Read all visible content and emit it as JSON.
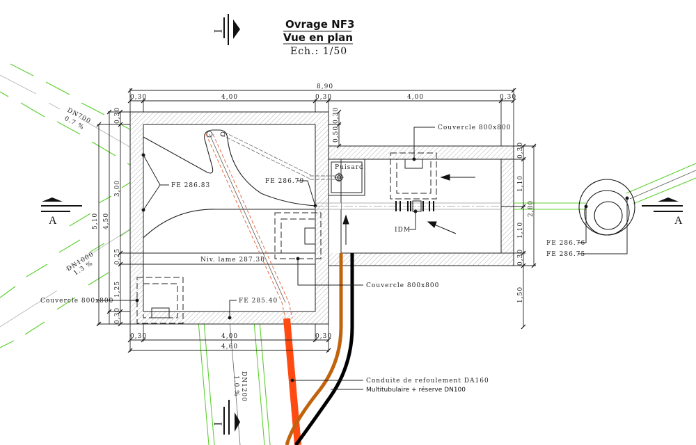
{
  "title": {
    "line1": "Ovrage NF3",
    "line2": "Vue en plan",
    "scale": "Ech.: 1/50"
  },
  "section_marks": {
    "top": "I",
    "bottom": "I",
    "left": "A",
    "right": "A"
  },
  "dimensions": {
    "top_total": "8,90",
    "top_left_wall": "0,30",
    "top_left_inner": "4,00",
    "top_mid_wall": "0,30",
    "top_right_inner": "4,00",
    "top_right_wall": "0,30",
    "left_total": "5,10",
    "left_inner_total": "4,50",
    "left_top_wall": "0,30",
    "left_upper": "3,00",
    "left_lame": "0,25",
    "left_lower": "1,25",
    "left_bottom_wall": "0,30",
    "bottom_left_wall": "0,30",
    "bottom_inner": "4,00",
    "bottom_right_wall": "0,30",
    "bottom_total": "4,60",
    "mid_top_wall": "0,30",
    "mid_offset": "0,50",
    "right_top_wall": "0,30",
    "right_upper": "1,10",
    "right_total": "2,80",
    "right_lower": "1,10",
    "right_bottom_wall": "0,30",
    "right_extra": "1,50"
  },
  "pipes": {
    "dn700_name": "DN700",
    "dn700_slope": "0.7 %",
    "dn1000_name": "DN1000",
    "dn1000_slope": "1.3 %",
    "dn1200_name": "DN1200",
    "dn1200_slope": "1.0 %"
  },
  "labels": {
    "fe_28683": "FE 286.83",
    "fe_28679": "FE 286.79",
    "fe_28540": "FE 285.40",
    "fe_28676": "FE 286.76",
    "fe_28675": "FE 286.75",
    "niv_lame": "Niv. lame 287.30",
    "couvercle_top": "Couvercle 800x800",
    "couvercle_mid": "Couvercle 800x800",
    "couvercle_left": "Couvercle 800x800",
    "puisard": "Puisard",
    "idm": "IDM",
    "conduite": "Conduite de refoulement DA160",
    "multitub": "Multitubulaire + réserve DN100"
  },
  "colors": {
    "line": "#222222",
    "hatch": "#9a9a9a",
    "green": "#5cd12e",
    "grey_axis": "#b5b5b5",
    "refoulement": "#ff4a12",
    "orange_pipe": "#c0630d",
    "black_pipe": "#000000",
    "dashed_orange": "#e0683c"
  }
}
